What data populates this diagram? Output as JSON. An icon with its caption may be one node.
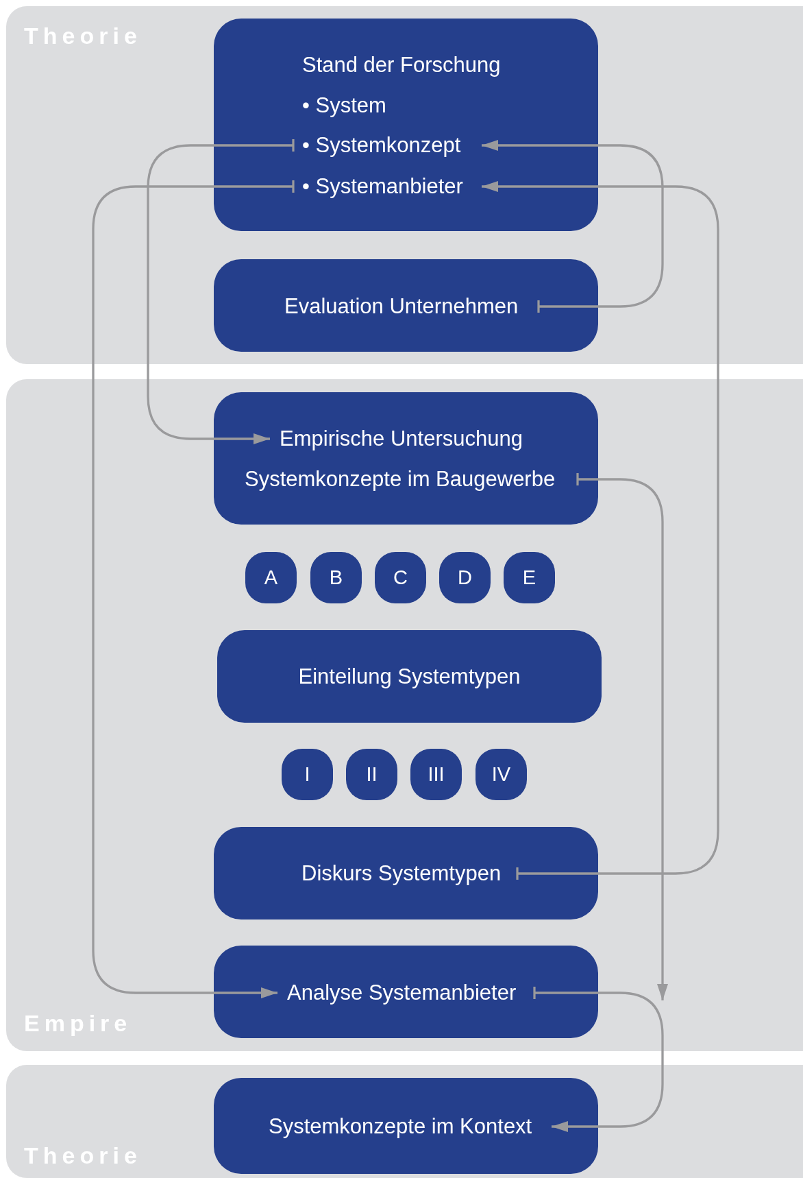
{
  "diagram": {
    "nodes": [
      {
        "text": [
          "Theorie"
        ]
      },
      {
        "text": [
          "Stand der Forschung"
        ],
        "in": 0
      },
      {
        "text": [
          "• System"
        ],
        "in": 1
      },
      {
        "text": [
          "• Systemkonzept"
        ],
        "in": 1
      },
      {
        "text": [
          "• Systemanbieter"
        ],
        "in": 1
      },
      {
        "text": [],
        "shape": "box",
        "in": 0
      },
      {
        "text": [
          "Evaluation Unternehmen"
        ],
        "in": 5
      },
      {
        "text": [
          "Empire"
        ]
      },
      {
        "text": [],
        "shape": "box",
        "in": 7
      },
      {
        "text": [
          "Empirische Untersuchung"
        ],
        "in": 8
      },
      {
        "text": [
          "Systemkonzepte im Baugewerbe"
        ],
        "in": 8
      },
      {
        "text": [
          "A"
        ],
        "in": 7
      },
      {
        "text": [
          "B"
        ],
        "in": 7
      },
      {
        "text": [
          "C"
        ],
        "in": 7
      },
      {
        "text": [
          "D"
        ],
        "in": 7
      },
      {
        "text": [
          "E"
        ],
        "in": 7
      },
      {
        "text": [
          "Einteilung Systemtypen"
        ],
        "in": 7
      },
      {
        "text": [
          "I"
        ],
        "in": 7
      },
      {
        "text": [
          "II"
        ],
        "in": 7
      },
      {
        "text": [
          "III"
        ],
        "in": 7
      },
      {
        "text": [
          "IV"
        ],
        "in": 7
      },
      {
        "text": [],
        "shape": "box",
        "in": 7
      },
      {
        "text": [
          "Diskurs Systemtypen"
        ],
        "in": 21
      },
      {
        "text": [],
        "shape": "box",
        "in": 7
      },
      {
        "text": [
          "Analyse Systemanbieter"
        ],
        "in": 23
      },
      {
        "text": [
          "Theorie"
        ]
      },
      {
        "text": [],
        "shape": "box",
        "in": 25
      },
      {
        "text": [
          "Systemkonzepte im Kontext"
        ],
        "in": 26
      }
    ],
    "edges": [
      {
        "from": 6,
        "to": 3,
        "arrow": "to"
      },
      {
        "from": 3,
        "to": 9,
        "arrow": "to"
      },
      {
        "from": 4,
        "to": 24,
        "arrow": "to"
      },
      {
        "from": 22,
        "to": 4,
        "arrow": "to"
      },
      {
        "from": 10,
        "to": null,
        "arrow": "to"
      },
      {
        "from": 24,
        "to": 27,
        "arrow": "to"
      }
    ]
  }
}
